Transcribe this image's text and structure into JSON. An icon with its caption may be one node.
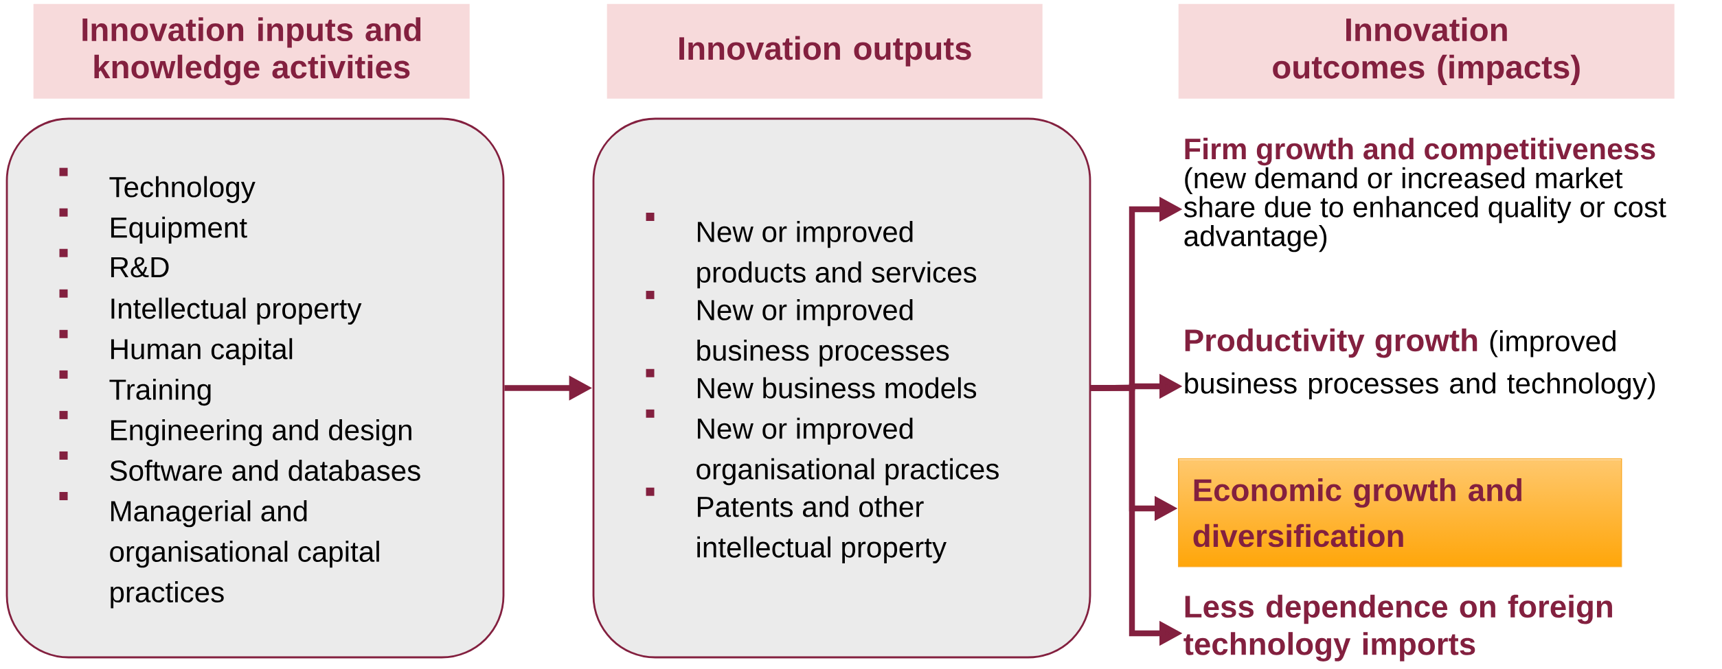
{
  "diagram": {
    "nodes": [
      {
        "text": [
          "Innovation inputs and knowledge activities"
        ]
      },
      {
        "text": [
          "Innovation outputs"
        ]
      },
      {
        "text": [
          "Innovation outcomes (impacts)"
        ]
      },
      {
        "text": [
          "Technology",
          "Equipment",
          "R&D",
          "Intellectual property",
          "Human capital",
          "Training",
          "Engineering and design",
          "Software and databases",
          "Managerial and organisational capital practices"
        ]
      },
      {
        "text": [
          "New or improved products and services",
          "New or improved business processes",
          "New business models",
          "New or improved organisational practices",
          "Patents and other intellectual property"
        ]
      },
      {
        "text": [
          "Firm growth and competitiveness",
          "(new demand or increased market share due to enhanced quality or cost advantage)"
        ]
      },
      {
        "text": [
          "Productivity growth",
          "(improved business processes and technology)"
        ]
      },
      {
        "text": [
          "Economic growth and diversification"
        ]
      },
      {
        "text": [
          "Less dependence on foreign technology imports"
        ]
      }
    ],
    "edges": [
      {
        "from": 3,
        "to": 4,
        "arrow": "to"
      },
      {
        "from": 4,
        "to": 5,
        "arrow": "to"
      },
      {
        "from": 4,
        "to": 6,
        "arrow": "to"
      },
      {
        "from": 4,
        "to": 7,
        "arrow": "to"
      },
      {
        "from": 4,
        "to": 8,
        "arrow": "to"
      }
    ]
  }
}
